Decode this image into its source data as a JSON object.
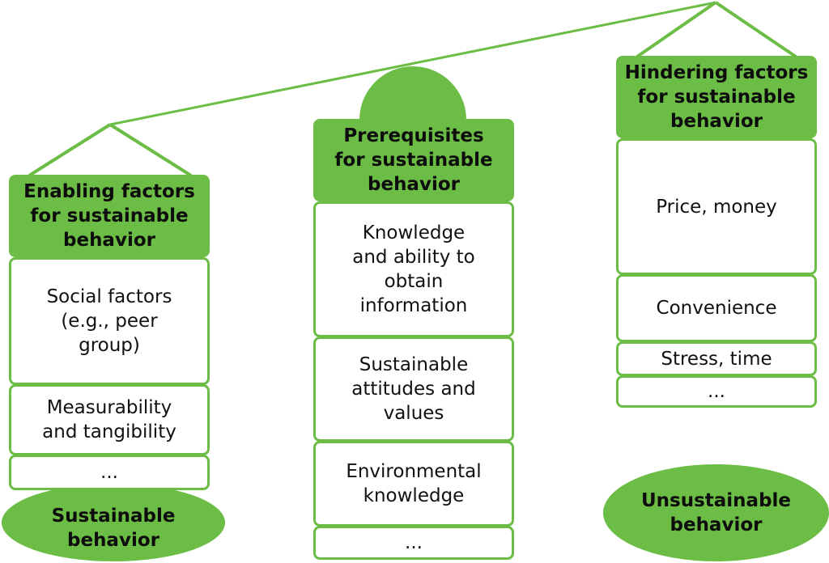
{
  "colors": {
    "accent": "#6cbd45",
    "text": "#111111",
    "background": "#ffffff"
  },
  "left": {
    "header": "Enabling factors\nfor sustainable\nbehavior",
    "items": [
      "Social factors\n(e.g., peer\ngroup)",
      "Measurability\nand tangibility",
      "..."
    ],
    "outcome": "Sustainable\nbehavior"
  },
  "center": {
    "header": "Prerequisites\nfor sustainable\nbehavior",
    "items": [
      "Knowledge\nand ability to\nobtain\ninformation",
      "Sustainable\nattitudes and\nvalues",
      "Environmental\nknowledge",
      "..."
    ]
  },
  "right": {
    "header": "Hindering factors\nfor sustainable\nbehavior",
    "items": [
      "Price, money",
      "Convenience",
      "Stress, time",
      "..."
    ],
    "outcome": "Unsustainable\nbehavior"
  }
}
